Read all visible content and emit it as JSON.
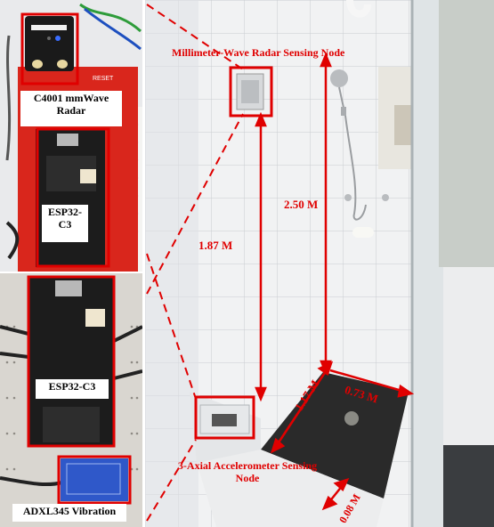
{
  "labels": {
    "radar_module": "C4001 mmWave Radar",
    "esp32_top": "ESP32-C3",
    "esp32_bottom": "ESP32-C3",
    "adxl": "ADXL345 Vibration",
    "radar_node": "Millimeter-Wave Radar Sensing Node",
    "accel_node": "3-Axial Accelerometer Sensing Node"
  },
  "measurements": {
    "radar_height": "2.50 M",
    "node_height": "1.87 M",
    "floor_depth": "1.17 M",
    "floor_width": "0.73 M",
    "step_height": "0.08 M"
  },
  "board_text": {
    "reset": "RESET"
  },
  "colors": {
    "annotation_red": "#e00000",
    "board_red": "#d9261c",
    "tile_white": "#f1f2f3",
    "floor_dark": "#2a2a2a"
  }
}
